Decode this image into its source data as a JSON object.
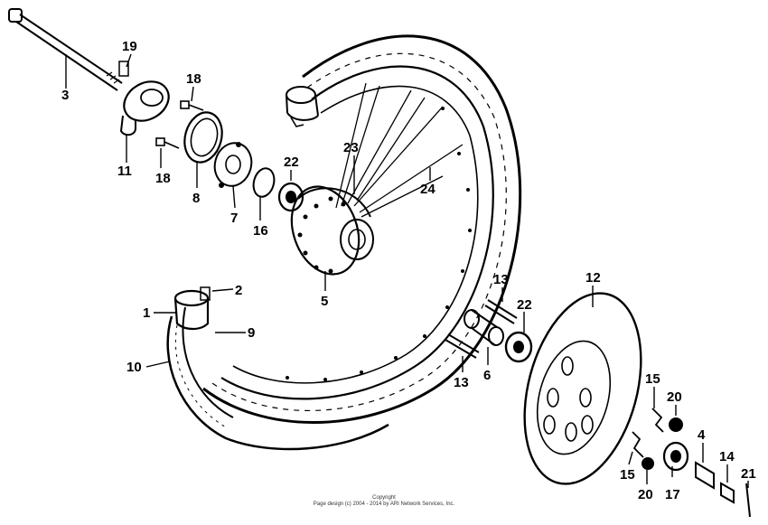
{
  "callouts": [
    {
      "label": "19",
      "part": "speedometer-gearbox-bolt"
    },
    {
      "label": "3",
      "part": "axle"
    },
    {
      "label": "18",
      "part": "bolt-upper"
    },
    {
      "label": "11",
      "part": "speedometer-gearbox"
    },
    {
      "label": "18",
      "part": "bolt-lower"
    },
    {
      "label": "8",
      "part": "dust-seal-plate"
    },
    {
      "label": "7",
      "part": "gear-retainer"
    },
    {
      "label": "16",
      "part": "oil-seal"
    },
    {
      "label": "22",
      "part": "bearing-left"
    },
    {
      "label": "23",
      "part": "spoke-inner"
    },
    {
      "label": "24",
      "part": "spoke-outer"
    },
    {
      "label": "5",
      "part": "hub"
    },
    {
      "label": "2",
      "part": "valve-cap"
    },
    {
      "label": "1",
      "part": "tube"
    },
    {
      "label": "9",
      "part": "rim-band"
    },
    {
      "label": "10",
      "part": "tire"
    },
    {
      "label": "13",
      "part": "stud-upper"
    },
    {
      "label": "22",
      "part": "bearing-right"
    },
    {
      "label": "12",
      "part": "brake-disc"
    },
    {
      "label": "6",
      "part": "spacer"
    },
    {
      "label": "13",
      "part": "stud-lower"
    },
    {
      "label": "15",
      "part": "lock-plate-upper"
    },
    {
      "label": "20",
      "part": "nut-upper"
    },
    {
      "label": "4",
      "part": "axle-collar"
    },
    {
      "label": "14",
      "part": "axle-nut"
    },
    {
      "label": "21",
      "part": "cotter-pin"
    },
    {
      "label": "15",
      "part": "lock-plate-lower"
    },
    {
      "label": "20",
      "part": "nut-lower"
    },
    {
      "label": "17",
      "part": "hub-cover"
    }
  ],
  "copyright": {
    "line1": "Copyright",
    "line2": "Page design (c) 2004 - 2014 by ARI Network Services, Inc."
  }
}
